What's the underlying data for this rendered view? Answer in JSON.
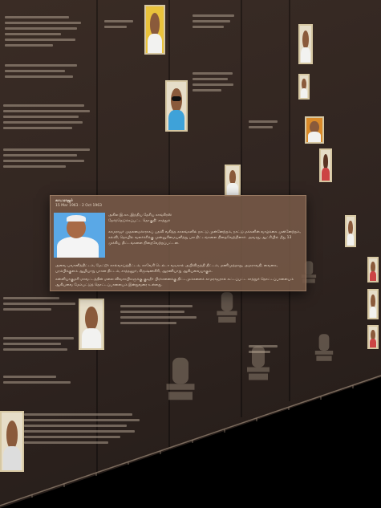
{
  "popup": {
    "title": "காமராஜர்",
    "dates": "15 Mar 1963 - 2 Oct 1963",
    "sub1": "அகில இ.கா.,இந்திய தேசிய காங்கிரஸ்",
    "sub2": "தேர்ந்தெடுக்கப்பட்ட தொகுதி: சாத்தூர்",
    "para1": "காமராஜர் முதலமைச்சராகப் பதவி வகித்த காலங்களில் நாட்டு முன்னேற்றம், நாட்டு மக்களின் வாழ்க்கை முன்னேற்றம், கல்வி, தொழில் வளர்ச்சிக்கு முன்னுரிமையளித்து பல திட்டங்களை நிறைவேற்றினார். அவரது ஆட்சியில் மீது 13 முக்கிய திட்டங்களை நிறைவேற்றப்பட்டன.",
    "para2": "அவை பவானித்திட்டம், மேட்டூர் கால்வாய்த்திட்டம், காவேரி டெல்டா வடிகால் அபிவிருத்தி திட்டம், மணிமுத்தாறு, அமராவதி, வைகை, பரம்பிக்குளம் ஆழியாறு பாசன திட்டம், சாத்தனூர், கிருஷ்ணகிரி, ஆரணியாறு ஆகியவையாகும்.",
    "para3": "கன்னியாகுமரி மாவட்டத்தின் மலை விவசாயிகளுக்கு குடிநீர் பிரச்சனைக்கு திட்டமும்களைக் காமராஜரால் கட்டப்பட்ட சாத்தூர் தொட்டப்பாளையம் ஆகியவை மேம்பட்டுத் தொட்டப்பாளையம் இன்றுவரை உள்ளது."
  },
  "portraits": [
    {
      "name": "portrait-1",
      "style": "yellow"
    },
    {
      "name": "portrait-2",
      "style": "dark"
    },
    {
      "name": "portrait-3",
      "style": "plain"
    },
    {
      "name": "portrait-4",
      "style": "plain"
    },
    {
      "name": "portrait-5",
      "style": "orange"
    },
    {
      "name": "portrait-6",
      "style": "plain"
    },
    {
      "name": "portrait-7",
      "style": "plain"
    },
    {
      "name": "portrait-8",
      "style": "plain"
    },
    {
      "name": "portrait-9",
      "style": "plain"
    },
    {
      "name": "portrait-10",
      "style": "dark"
    }
  ],
  "colors": {
    "background": "#2f2420",
    "popup": "#785a48",
    "text": "#d8cbbd"
  }
}
